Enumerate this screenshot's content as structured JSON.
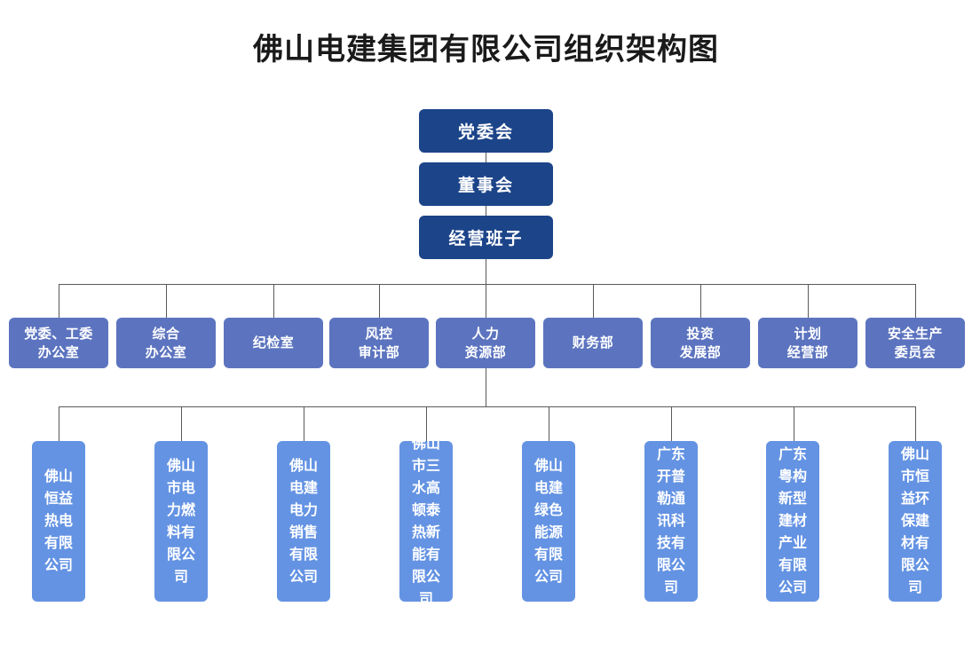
{
  "title": "佛山电建集团有限公司组织架构图",
  "colors": {
    "executive": "#1c4489",
    "department": "#5c74bf",
    "subsidiary": "#6493e3",
    "connector": "#595959",
    "background": "#ffffff",
    "title_text": "#1a1a1a",
    "node_text": "#ffffff"
  },
  "executive": [
    {
      "label": "党委会"
    },
    {
      "label": "董事会"
    },
    {
      "label": "经营班子"
    }
  ],
  "departments": [
    {
      "label": "党委、工委\n办公室"
    },
    {
      "label": "综合\n办公室"
    },
    {
      "label": "纪检室"
    },
    {
      "label": "风控\n审计部"
    },
    {
      "label": "人力\n资源部"
    },
    {
      "label": "财务部"
    },
    {
      "label": "投资\n发展部"
    },
    {
      "label": "计划\n经营部"
    },
    {
      "label": "安全生产\n委员会"
    }
  ],
  "subsidiaries": [
    {
      "label": "佛山恒益热电有限公司"
    },
    {
      "label": "佛山市电力燃料有限公司"
    },
    {
      "label": "佛山电建电力销售有限公司"
    },
    {
      "label": "佛山市三水高顿泰热新能有限公司"
    },
    {
      "label": "佛山电建绿色能源有限公司"
    },
    {
      "label": "广东开普勒通讯科技有限公司"
    },
    {
      "label": "广东粤构新型建材产业有限公司"
    },
    {
      "label": "佛山市恒益环保建材有限公司"
    }
  ]
}
